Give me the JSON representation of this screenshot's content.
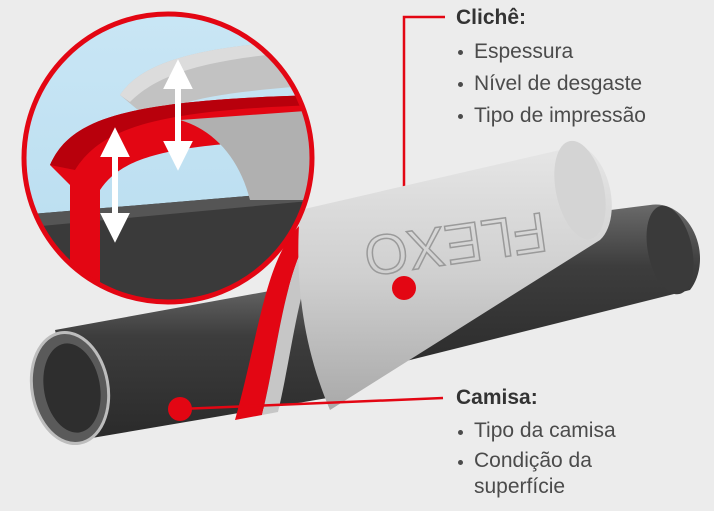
{
  "cliche": {
    "heading": "Clichê:",
    "items": [
      "Espessura",
      "Nível de desgaste",
      "Tipo de impressão"
    ]
  },
  "camisa": {
    "heading": "Camisa:",
    "items": [
      "Tipo da camisa",
      "Condição da superfície"
    ],
    "item1_line1": "Condição da",
    "item1_line2": "superfície"
  },
  "sleeve_text": "FLEXO",
  "colors": {
    "accent_red": "#e30613",
    "background": "#ececec",
    "text": "#4b4b4b"
  }
}
